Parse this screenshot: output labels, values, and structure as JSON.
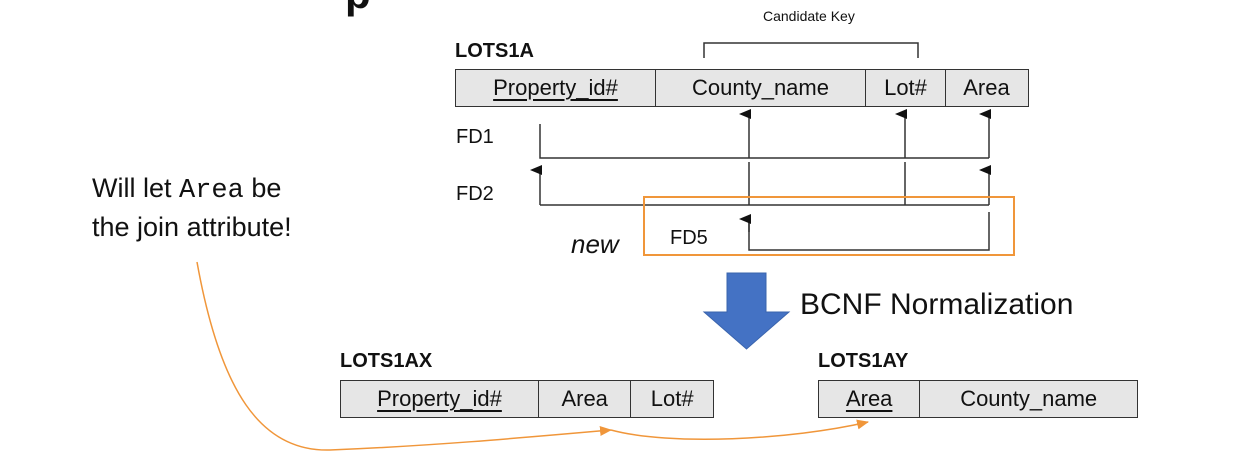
{
  "diagram": {
    "title_clip": "p",
    "candidate_key_label": "Candidate Key",
    "original_relation": {
      "name": "LOTS1A",
      "attributes": [
        {
          "label": "Property_id#",
          "key": true
        },
        {
          "label": "County_name",
          "key": false
        },
        {
          "label": "Lot#",
          "key": false
        },
        {
          "label": "Area",
          "key": false
        }
      ]
    },
    "fds": [
      "FD1",
      "FD2",
      "FD5"
    ],
    "new_label": "new",
    "note": {
      "line1_pre": "Will let ",
      "line1_code": "Area",
      "line1_post": " be",
      "line2": "the join attribute!"
    },
    "process_label": "BCNF Normalization",
    "result_x": {
      "name": "LOTS1AX",
      "attributes": [
        {
          "label": "Property_id#",
          "key": true
        },
        {
          "label": "Area",
          "key": false
        },
        {
          "label": "Lot#",
          "key": false
        }
      ]
    },
    "result_y": {
      "name": "LOTS1AY",
      "attributes": [
        {
          "label": "Area",
          "key": true
        },
        {
          "label": "County_name",
          "key": false
        }
      ]
    },
    "colors": {
      "highlight": "#f0963a",
      "arrow_fill": "#4472c4",
      "table_fill": "#e6e6e6",
      "line": "#333333"
    }
  }
}
